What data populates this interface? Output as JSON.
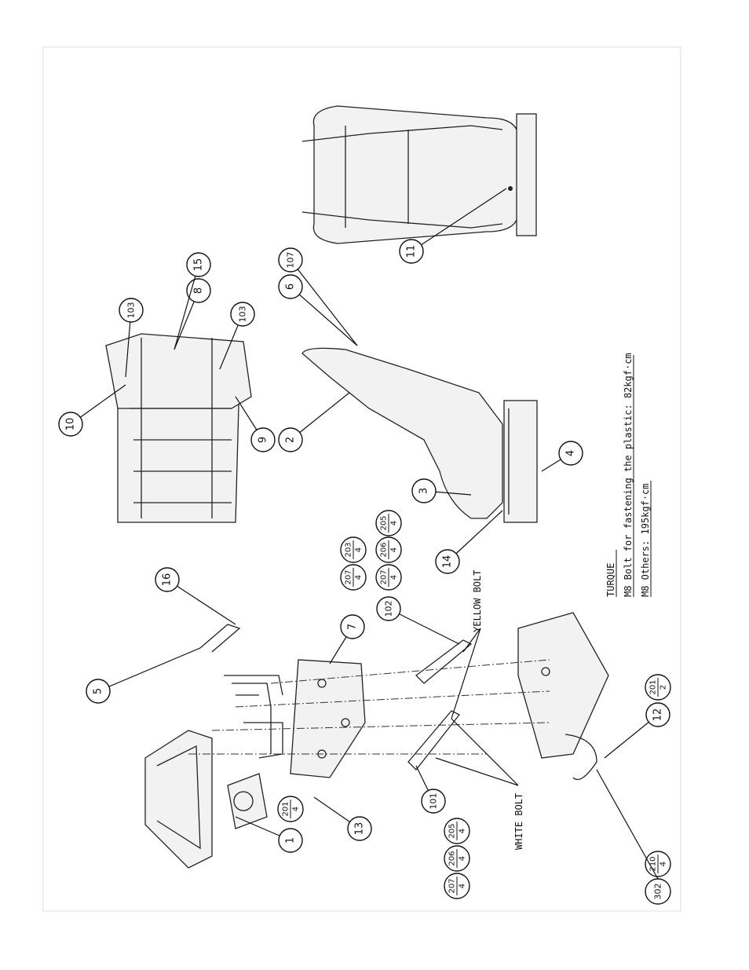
{
  "callouts": [
    "1",
    "2",
    "3",
    "4",
    "5",
    "6",
    "7",
    "8",
    "9",
    "10",
    "11",
    "12",
    "13",
    "14",
    "15",
    "16",
    "101",
    "102",
    "103",
    "103",
    "107"
  ],
  "fractions": [
    {
      "num": "201",
      "den": "4"
    },
    {
      "num": "207",
      "den": "4"
    },
    {
      "num": "203",
      "den": "4"
    },
    {
      "num": "207",
      "den": "4"
    },
    {
      "num": "206",
      "den": "4"
    },
    {
      "num": "205",
      "den": "4"
    },
    {
      "num": "207",
      "den": "4"
    },
    {
      "num": "206",
      "den": "4"
    },
    {
      "num": "205",
      "den": "4"
    },
    {
      "num": "201",
      "den": "2"
    },
    {
      "num": "210",
      "den": "4"
    }
  ],
  "extra_callouts": [
    "302"
  ],
  "bolt_labels": {
    "yellow": "YELLOW BOLT",
    "white": "WHITE BOLT"
  },
  "notes": {
    "title": "TURQUE",
    "line1": "M8 Bolt for fastening the plastic: 82kgf·cm",
    "line2": "M8 Others: 195kgf·cm"
  }
}
